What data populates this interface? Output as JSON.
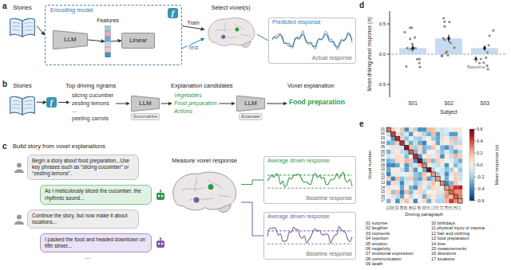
{
  "diagram": {
    "nodes": [
      {
        "text": [
          "Stories"
        ]
      },
      {
        "text": [
          "Encoding model"
        ]
      },
      {
        "text": [
          "f"
        ],
        "in": 1
      },
      {
        "text": [
          "LLM"
        ],
        "in": 1
      },
      {
        "text": [
          "Features"
        ],
        "in": 1
      },
      {
        "text": [
          "Linear"
        ],
        "in": 1
      },
      {
        "text": [
          "Select voxel(s)"
        ]
      },
      {
        "text": [
          "Predicted response",
          "Actual response"
        ]
      },
      {
        "text": [
          "Stories"
        ]
      },
      {
        "text": [
          "f"
        ]
      },
      {
        "text": [
          "LLM",
          "Summarize"
        ]
      },
      {
        "text": [
          "LLM",
          "Evaluate"
        ]
      },
      {
        "text": [
          "Begin a story about food preparation...Use key phrases such as “slicing cucumber” or “zesting lemons”."
        ]
      },
      {
        "text": [
          "As I meticulously sliced the cucumber, the rhythmic sound..."
        ]
      },
      {
        "text": [
          "Continue the story, but now make it about locations..."
        ]
      },
      {
        "text": [
          "I packed the food and headed downtown on fifth street..."
        ]
      },
      {
        "text": [
          "Measure voxel response"
        ]
      },
      {
        "text": [
          "Average driven response",
          "Baseline response"
        ]
      },
      {
        "text": [
          "Average driven response",
          "Baseline response"
        ]
      }
    ],
    "edges": [
      {
        "from": 0,
        "to": 1,
        "arrow": "to"
      },
      {
        "from": 3,
        "to": 4,
        "arrow": "to"
      },
      {
        "from": 4,
        "to": 5,
        "arrow": "to"
      },
      {
        "from": 1,
        "to": 6,
        "label": "Train",
        "arrow": "to"
      },
      {
        "from": 1,
        "to": 6,
        "label": "Test",
        "arrow": "to"
      },
      {
        "from": 6,
        "to": 7,
        "arrow": "none"
      },
      {
        "from": 8,
        "to": 9,
        "arrow": "to"
      },
      {
        "from": 16,
        "to": 17,
        "arrow": "none"
      },
      {
        "from": 16,
        "to": 18,
        "arrow": "none"
      }
    ],
    "labels": [
      "a",
      "b",
      "c",
      "d",
      "e",
      "Top driving ngrams",
      "slicing cucumber",
      "zesting lemons",
      "...",
      "peeling carrots",
      "Explanation candidates",
      "Vegetables",
      "Food preparation",
      "Actions",
      "Voxel explanation",
      "Food preparation",
      "Build story from voxel explanations",
      "...",
      "Mean driving voxel response (σ)",
      "0.5",
      "0.0",
      "-0.5",
      "S01",
      "S02",
      "S03",
      "Subject",
      "Baseline",
      "Voxel number",
      "Driving paragraph",
      "01",
      "02",
      "03",
      "04",
      "05",
      "06",
      "07",
      "08",
      "09",
      "10",
      "11",
      "12",
      "13",
      "14",
      "15",
      "16",
      "17",
      "01",
      "02",
      "03",
      "04",
      "05",
      "06",
      "07",
      "08",
      "09",
      "10",
      "11",
      "12",
      "13",
      "14",
      "15",
      "16",
      "17",
      "0.6",
      "0.4",
      "0.2",
      "0.0",
      "-0.2",
      "-0.4",
      "-0.6",
      "Mean response (σ)",
      "01 surprise",
      "02 laughter",
      "03 moments",
      "04 rejection",
      "05 emotion",
      "06 negativity",
      "07 emotional expression",
      "08 communication",
      "09 death",
      "10 birthdays",
      "11 physical injury or trauma",
      "12 hair and clothing",
      "13 food preparation",
      "14 time",
      "15 measurements",
      "16 directions",
      "17 locations"
    ]
  }
}
